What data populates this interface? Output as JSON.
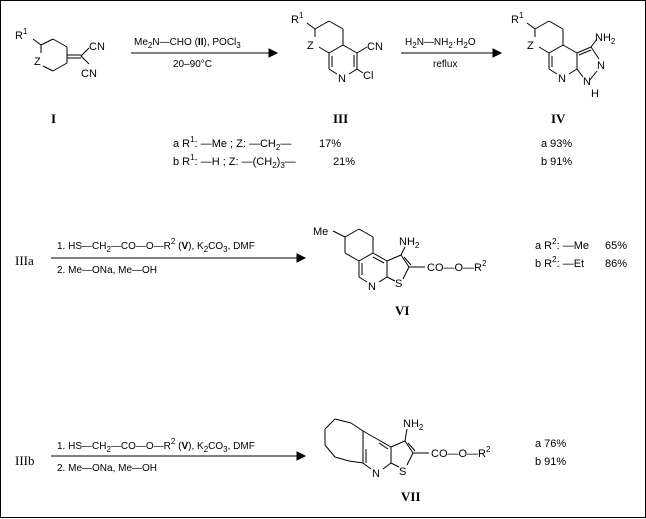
{
  "compounds": {
    "I": {
      "number": "I",
      "r_group": "R",
      "r_sup": "1",
      "z": "Z",
      "cn_top": "CN",
      "cn_bottom": "CN"
    },
    "III": {
      "number": "III",
      "r_group": "R",
      "r_sup": "1",
      "z": "Z",
      "cn": "CN",
      "n": "N",
      "cl": "Cl"
    },
    "IV": {
      "number": "IV",
      "r_group": "R",
      "r_sup": "1",
      "z": "Z",
      "nh2": "NH",
      "nh2_sub": "2",
      "n_ring": "N",
      "n_pyr": "N",
      "nh": "N",
      "h": "H"
    },
    "VI": {
      "number": "VI",
      "me": "Me",
      "nh2": "NH",
      "nh2_sub": "2",
      "n": "N",
      "s": "S",
      "ester": "CO—O—R",
      "ester_sup": "2"
    },
    "VII": {
      "number": "VII",
      "nh2": "NH",
      "nh2_sub": "2",
      "n": "N",
      "s": "S",
      "ester": "CO—O—R",
      "ester_sup": "2"
    }
  },
  "reactions": [
    {
      "from": "I",
      "to": "III",
      "above": "Me2N—CHO  (II), POCl3",
      "above_parts": [
        "Me",
        "2",
        "N—CHO   (",
        "II",
        "), POCl",
        "3"
      ],
      "below": "20–90°C"
    },
    {
      "from": "III",
      "to": "IV",
      "above_parts": [
        "H",
        "2",
        "N—NH",
        "2",
        "·H",
        "2",
        "O"
      ],
      "below": "reflux"
    },
    {
      "from": "IIIa",
      "to": "VI",
      "line1_parts": [
        "1. HS—CH",
        "2",
        "—CO—O—R",
        "2",
        "   (",
        "V",
        "), K",
        "2",
        "CO",
        "3",
        ",  DMF"
      ],
      "line2": "2. Me—ONa,  Me—OH"
    },
    {
      "from": "IIIb",
      "to": "VII",
      "line1_parts": [
        "1. HS—CH",
        "2",
        "—CO—O—R",
        "2",
        "   (",
        "V",
        "), K",
        "2",
        "CO",
        "3",
        ",  DMF"
      ],
      "line2": "2. Me—ONa,  Me—OH"
    }
  ],
  "labels": {
    "IIIa": "IIIa",
    "IIIb": "IIIb"
  },
  "yields_III": [
    {
      "prefix": "a R",
      "sup": "1",
      "mid": ": —Me ; Z: —CH",
      "sub": "2",
      "end": "—",
      "yield": "17%"
    },
    {
      "prefix": "b R",
      "sup": "1",
      "mid": ": —H ; Z: —(CH",
      "sub": "2",
      "sub2": "3",
      "end": ")",
      "tail": "—",
      "yield": "21%"
    }
  ],
  "yields_IV": [
    "a 93%",
    "b 91%"
  ],
  "yields_VI": [
    {
      "prefix": "a R",
      "sup": "2",
      "mid": ": —Me",
      "yield": "65%"
    },
    {
      "prefix": "b R",
      "sup": "2",
      "mid": ": —Et",
      "yield": "86%"
    }
  ],
  "yields_VII": [
    "a 76%",
    "b 91%"
  ]
}
